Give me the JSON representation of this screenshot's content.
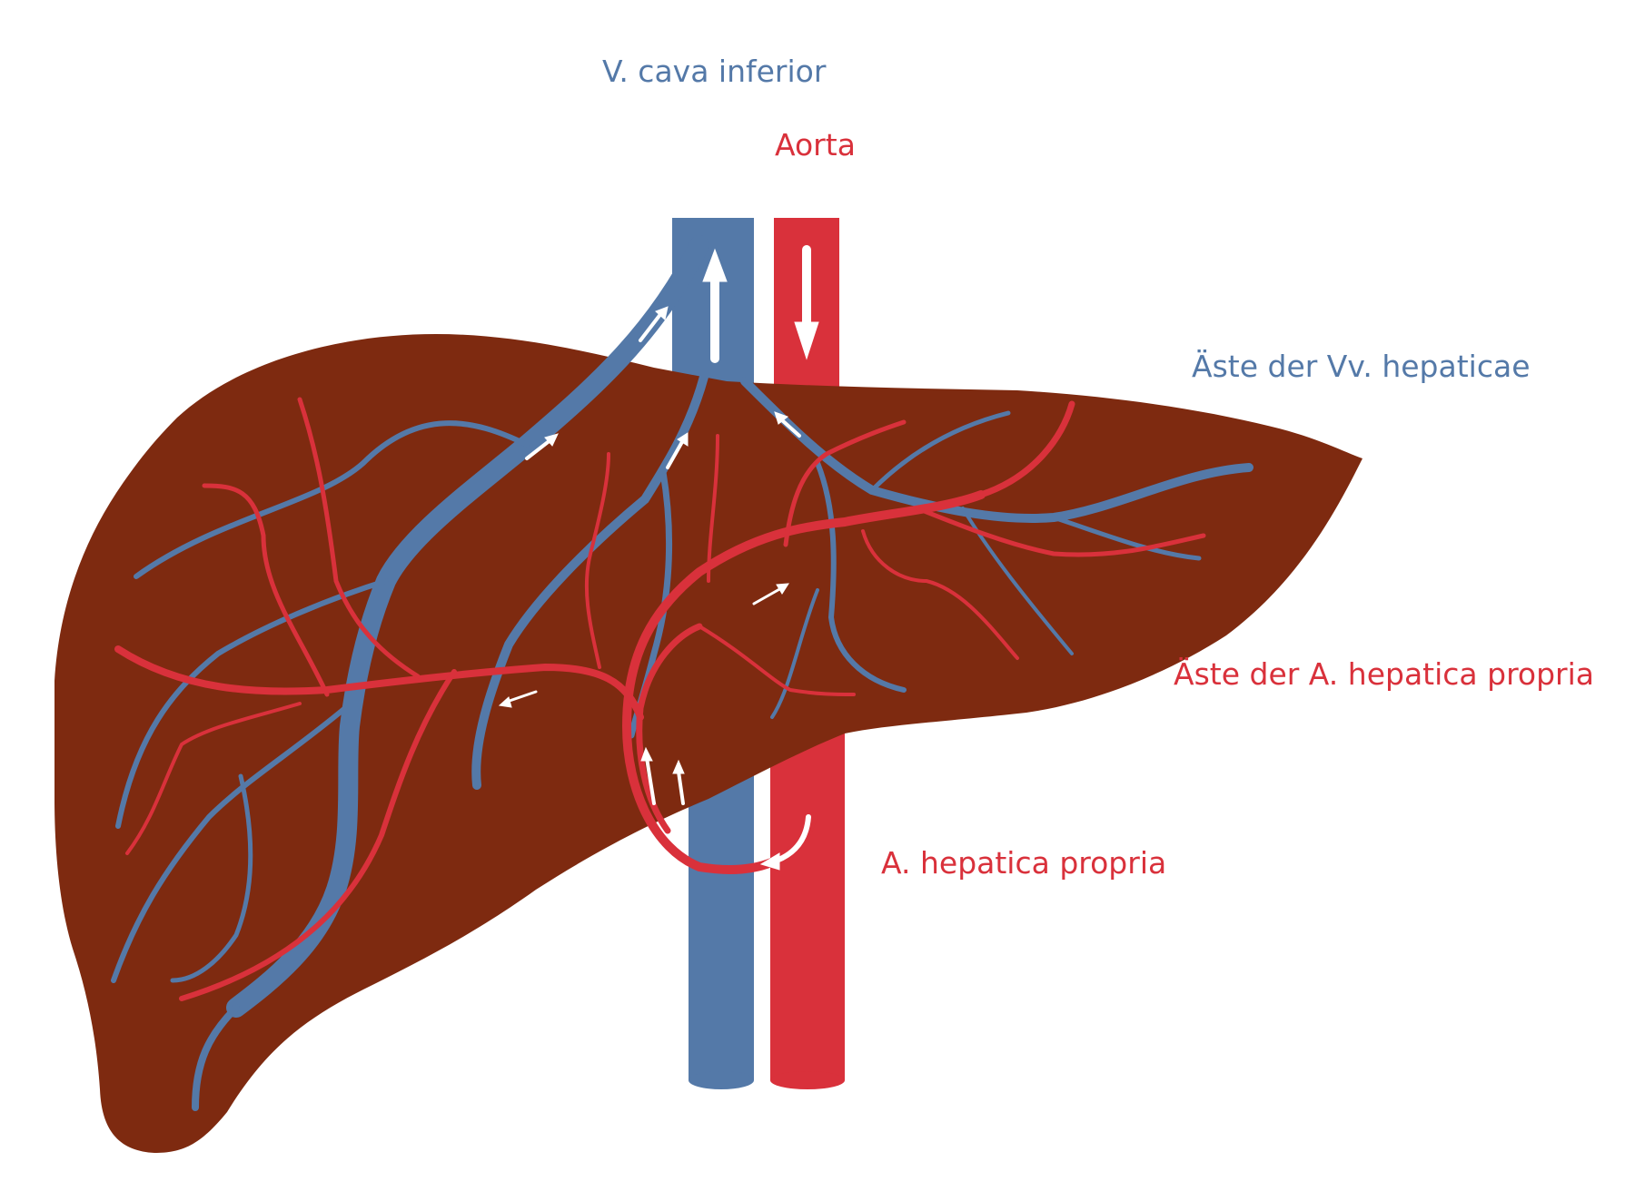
{
  "labels": {
    "vena_cava": "V. cava inferior",
    "aorta": "Aorta",
    "hepatic_veins": "Äste der Vv. hepaticae",
    "artery_branches": "Äste der A. hepatica propria",
    "hepatic_artery": "A.  hepatica propria"
  },
  "colors": {
    "liver": "#7e2a10",
    "vein": "#5479a8",
    "artery": "#d9313b",
    "arrow": "#ffffff",
    "background": "#ffffff"
  }
}
